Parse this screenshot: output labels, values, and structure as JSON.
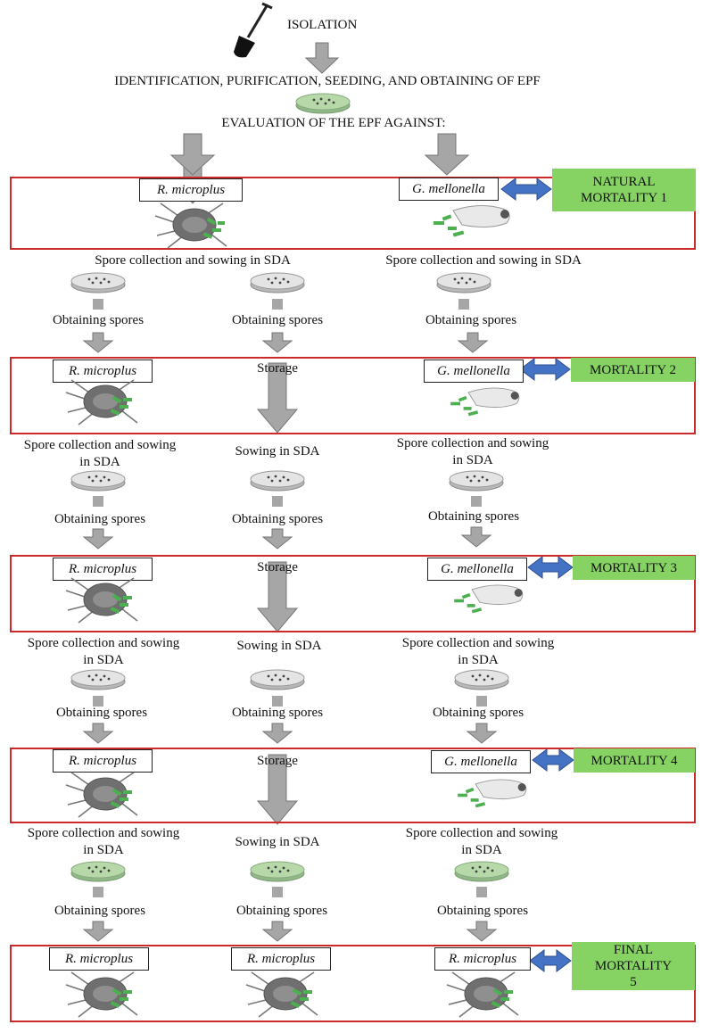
{
  "header": {
    "isolation": "ISOLATION",
    "identification": "IDENTIFICATION, PURIFICATION, SEEDING, AND OBTAINING OF EPF",
    "evaluation": "EVALUATION OF THE EPF AGAINST:"
  },
  "organisms": {
    "tick": "R. microplus",
    "moth": "G. mellonella"
  },
  "mortality": {
    "m1": "NATURAL MORTALITY 1",
    "m2": "MORTALITY 2",
    "m3": "MORTALITY 3",
    "m4": "MORTALITY 4",
    "m5": "FINAL MORTALITY 5"
  },
  "steps": {
    "spore_collection_sowing_sda": "Spore collection and sowing in SDA",
    "spore_collection_sowing": "Spore collection and sowing",
    "in_sda": "in SDA",
    "obtaining_spores": "Obtaining spores",
    "storage": "Storage",
    "sowing_in_sda": "Sowing in SDA"
  },
  "colors": {
    "stage_border": "#cc2a2a",
    "mortality_fill": "#86d364",
    "double_arrow": "#4472c4",
    "flow_arrow": "#a6a6a6",
    "spore_green": "#4caf50"
  },
  "icons": [
    "shovel-icon",
    "petri-dish-icon",
    "tick-icon",
    "larva-icon",
    "spore-icon"
  ]
}
